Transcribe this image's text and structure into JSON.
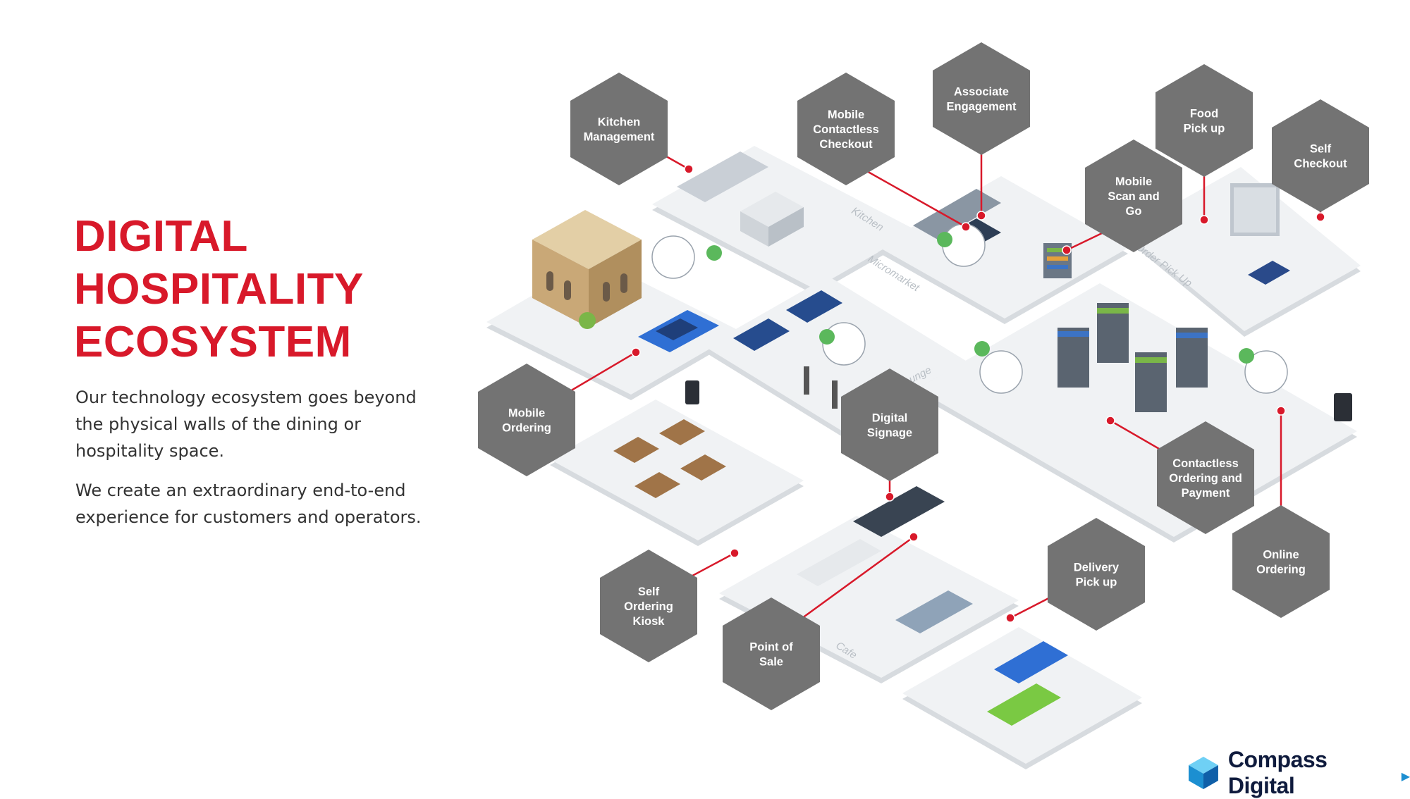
{
  "heading": {
    "line1": "DIGITAL",
    "line2": "HOSPITALITY",
    "line3": "ECOSYSTEM"
  },
  "intro": {
    "p1": "Our technology ecosystem goes beyond the physical walls of the dining or hospitality space.",
    "p2": "We create an extraordinary end-to-end experience for customers and operators."
  },
  "callouts": [
    {
      "id": "kitchen-management",
      "lines": [
        "Kitchen",
        "Management"
      ]
    },
    {
      "id": "mobile-contactless-checkout",
      "lines": [
        "Mobile",
        "Contactless",
        "Checkout"
      ]
    },
    {
      "id": "associate-engagement",
      "lines": [
        "Associate",
        "Engagement"
      ]
    },
    {
      "id": "food-pick-up",
      "lines": [
        "Food",
        "Pick up"
      ]
    },
    {
      "id": "self-checkout",
      "lines": [
        "Self",
        "Checkout"
      ]
    },
    {
      "id": "mobile-scan-and-go",
      "lines": [
        "Mobile",
        "Scan and",
        "Go"
      ]
    },
    {
      "id": "mobile-ordering",
      "lines": [
        "Mobile",
        "Ordering"
      ]
    },
    {
      "id": "digital-signage",
      "lines": [
        "Digital",
        "Signage"
      ]
    },
    {
      "id": "contactless-ordering-and-payment",
      "lines": [
        "Contactless",
        "Ordering and",
        "Payment"
      ]
    },
    {
      "id": "online-ordering",
      "lines": [
        "Online",
        "Ordering"
      ]
    },
    {
      "id": "delivery-pick-up",
      "lines": [
        "Delivery",
        "Pick up"
      ]
    },
    {
      "id": "self-ordering-kiosk",
      "lines": [
        "Self",
        "Ordering",
        "Kiosk"
      ]
    },
    {
      "id": "point-of-sale",
      "lines": [
        "Point of",
        "Sale"
      ]
    }
  ],
  "zones": [
    "Kitchen",
    "Micromarket",
    "Order Pick Up",
    "Lounge",
    "Cafe"
  ],
  "brand": {
    "name": "Compass Digital",
    "icon": "cube-logo-icon"
  },
  "colors": {
    "accent": "#d8192a",
    "hexagon": "#737373",
    "floor": "#f0f2f4",
    "floor_edge": "#d7dbdf",
    "text": "#333333",
    "logo_blue": "#1c8fd1",
    "logo_navy": "#0f1b3d"
  }
}
